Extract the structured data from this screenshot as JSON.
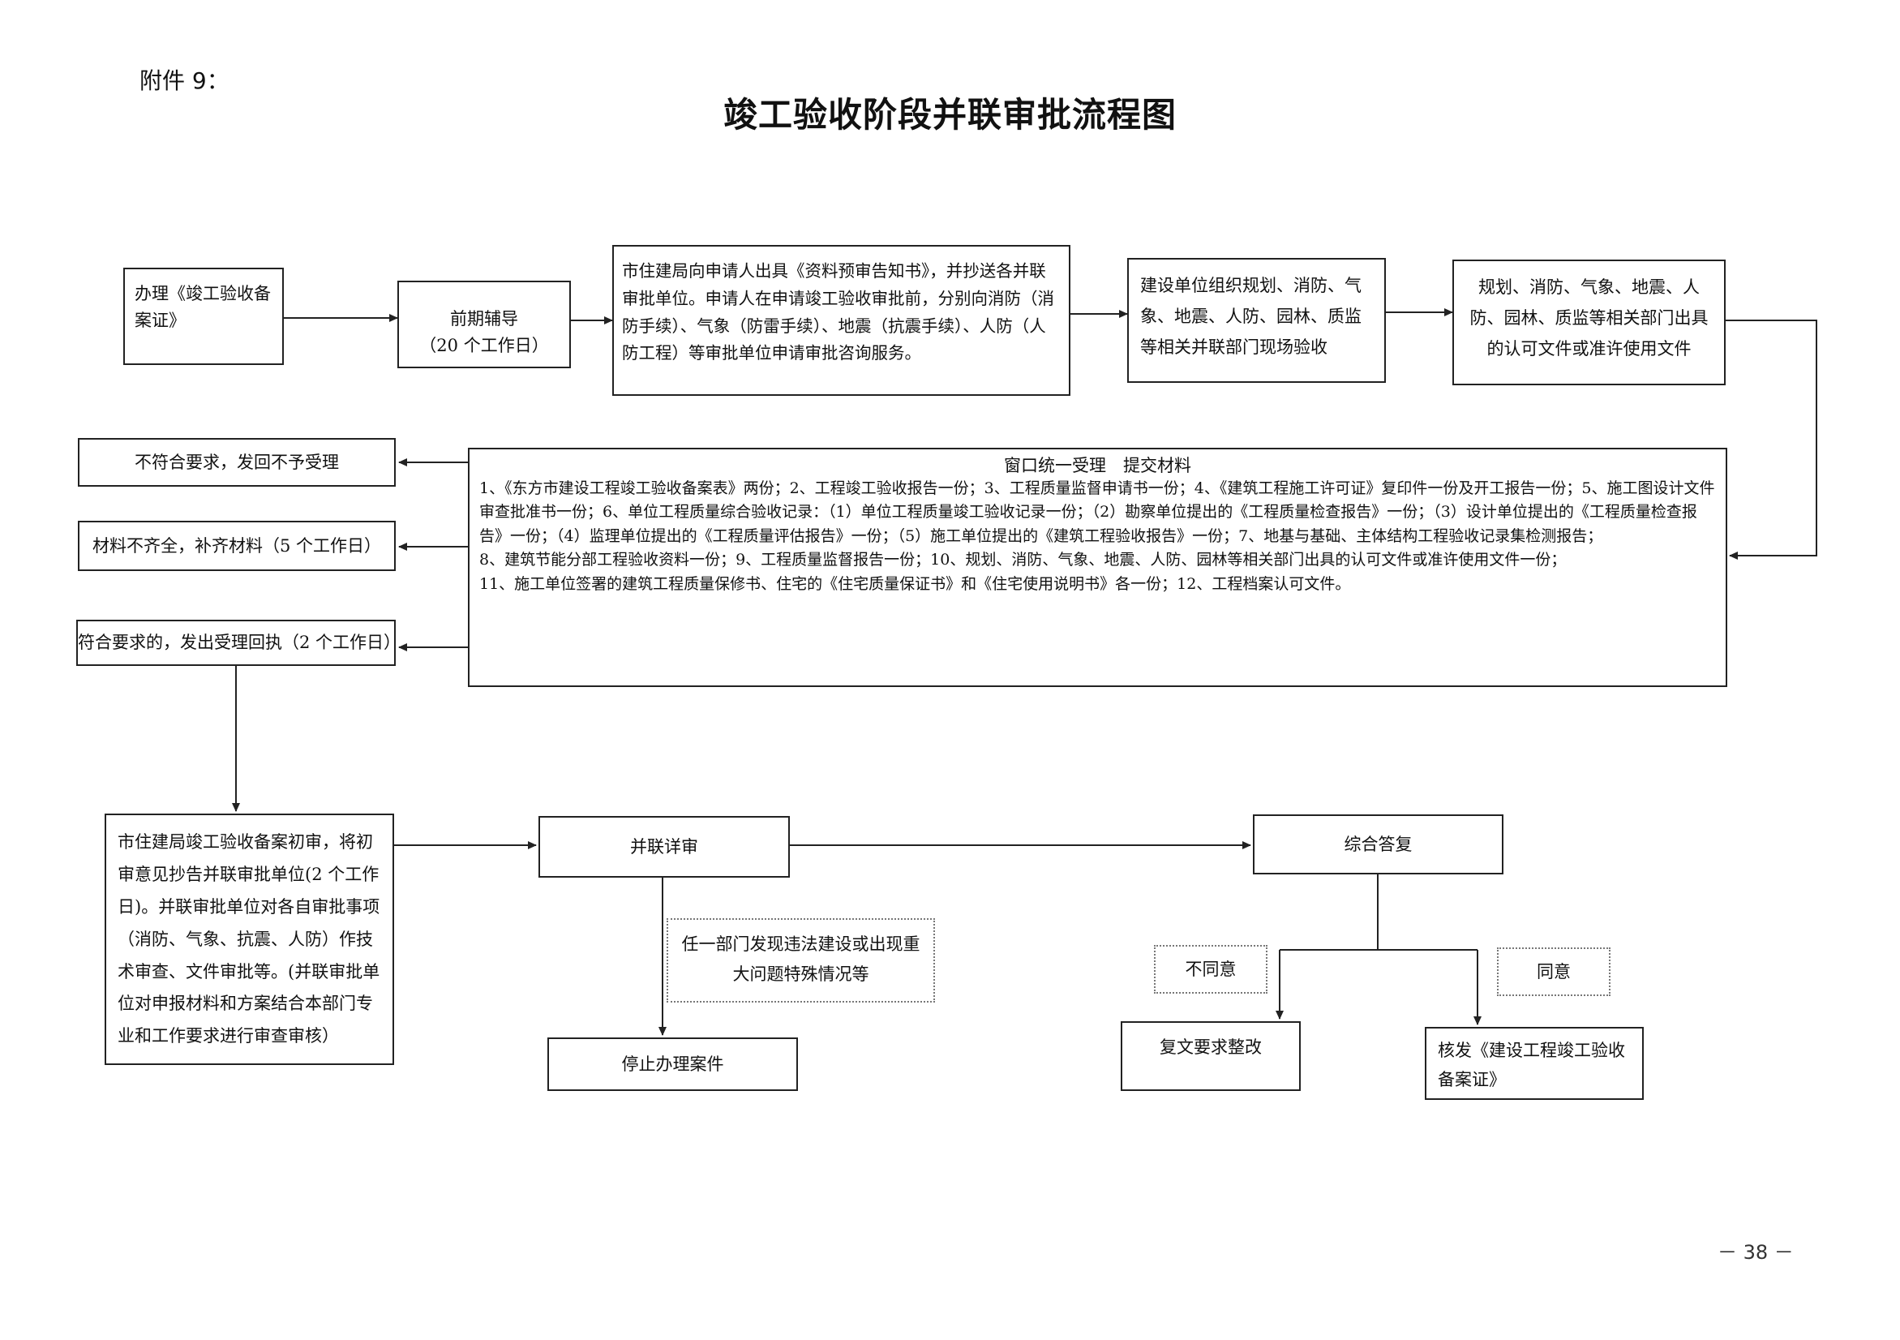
{
  "header": {
    "attachment": "附件 9：",
    "title": "竣工验收阶段并联审批流程图"
  },
  "nodes": {
    "register_cert": "办理《竣工验收备案证》",
    "pre_guidance_1": "前期辅导",
    "pre_guidance_2": "（20 个工作日）",
    "city_bureau_notice": "市住建局向申请人出具《资料预审告知书》，并抄送各并联审批单位。申请人在申请竣工验收审批前，分别向消防（消防手续）、气象（防雷手续）、地震（抗震手续）、人防（人防工程）等审批单位申请审批咨询服务。",
    "site_acceptance": "建设单位组织规划、消防、气象、地震、人防、园林、质监等相关并联部门现场验收",
    "permit_documents": "规划、消防、气象、地震、人防、园林、质监等相关部门出具的认可文件或准许使用文件",
    "reject_return": "不符合要求，发回不予受理",
    "incomplete_supplement": "材料不齐全，补齐材料（5 个工作日）",
    "accept_receipt": "符合要求的，发出受理回执（2 个工作日）",
    "window_heading": "窗口统一受理　提交材料",
    "window_lines": [
      "1、《东方市建设工程竣工验收备案表》两份；2、工程竣工验收报告一份；3、工程质量监督申请书一份；4、《建筑工程施工许可证》复印件一份及开工报告一份；5、施工图设计文件审查批准书一份；6、单位工程质量综合验收记录：（1）单位工程质量竣工验收记录一份；（2）勘察单位提出的《工程质量检查报告》一份；（3）设计单位提出的《工程质量检查报告》一份；（4）监理单位提出的《工程质量评估报告》一份；（5）施工单位提出的《建筑工程验收报告》一份；7、地基与基础、主体结构工程验收记录集检测报告；",
      "8、建筑节能分部工程验收资料一份；9、工程质量监督报告一份；10、规划、消防、气象、地震、人防、园林等相关部门出具的认可文件或准许使用文件一份；",
      "11、施工单位签署的建筑工程质量保修书、住宅的《住宅质量保证书》和《住宅使用说明书》各一份；12、工程档案认可文件。"
    ],
    "initial_review": "市住建局竣工验收备案初审，将初审意见抄告并联审批单位(2 个工作日)。并联审批单位对各自审批事项（消防、气象、抗震、人防）作技术审查、文件审批等。(并联审批单位对申报材料和方案结合本部门专业和工作要求进行审查审核）",
    "parallel_review": "并联详审",
    "violation_note": "任一部门发现违法建设或出现重大问题特殊情况等",
    "stop_case": "停止办理案件",
    "comprehensive_reply": "综合答复",
    "disagree": "不同意",
    "agree": "同意",
    "rectify": "复文要求整改",
    "issue_cert": "核发《建设工程竣工验收备案证》"
  },
  "footer": {
    "page_number": "－ 38 －"
  }
}
